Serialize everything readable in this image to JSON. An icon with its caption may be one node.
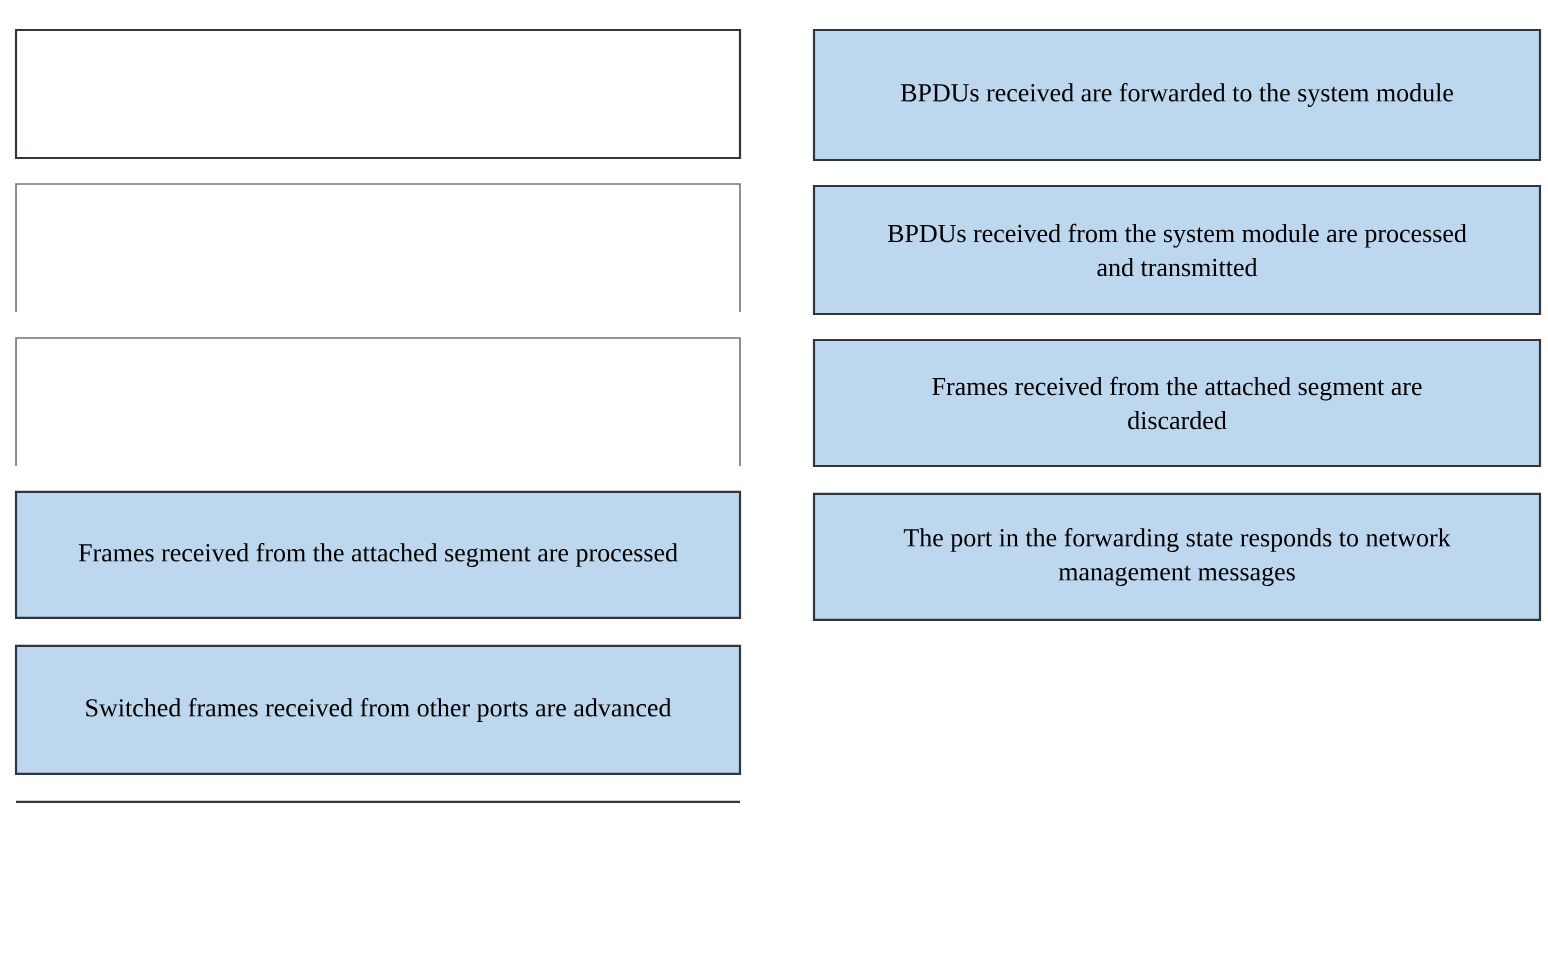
{
  "diagram": {
    "nodes": [
      {
        "text": [],
        "shape": "box"
      },
      {
        "text": [],
        "shape": "box"
      },
      {
        "text": [],
        "shape": "box"
      },
      {
        "text": [
          "Frames received from the attached segment are processed"
        ]
      },
      {
        "text": [
          "Switched frames received from other ports are advanced"
        ]
      },
      {
        "text": [],
        "shape": "box"
      },
      {
        "text": [
          "BPDUs received are forwarded to the system module"
        ]
      },
      {
        "text": [
          "BPDUs received from the system module are processed and transmitted"
        ]
      },
      {
        "text": [
          "Frames received from the attached segment are discarded"
        ]
      },
      {
        "text": [
          "The port in the forwarding state responds to network management messages"
        ]
      }
    ]
  }
}
